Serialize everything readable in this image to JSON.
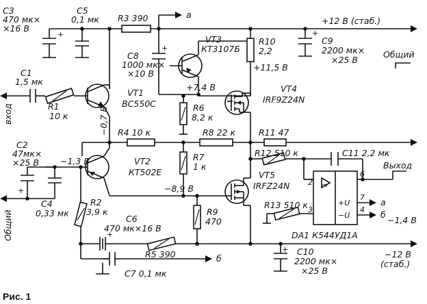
{
  "figure": {
    "caption": "Рис. 1",
    "labels": {
      "c3_name": "C3",
      "c3_val1": "470 мк×",
      "c3_val2": "×16 В",
      "c5_name": "C5",
      "c5_val": "0,1 мк",
      "r3": "R3  390",
      "net_a_top": "а",
      "plus12": "+12 В (стаб.)",
      "c8_name": "C8",
      "c8_val1": "1000 мк×",
      "c8_val2": "×10 В",
      "vt3_name": "VT3",
      "vt3_type": "КТ3107Б",
      "r10_name": "R10",
      "r10_val": "2,2",
      "v115": "+11,5 В",
      "c9_name": "C9",
      "c9_val1": "2200 мк×",
      "c9_val2": "×25 В",
      "common_right": "Общий",
      "c1_name": "C1",
      "c1_val": "1,5 мк",
      "r1_name": "R1",
      "r1_val": "10 к",
      "input": "вход",
      "vt1_name": "VT1",
      "vt1_type": "BC550C",
      "v_m07": "−0,7 В",
      "v74": "+7,4 В",
      "vt4_name": "VT4",
      "vt4_type": "IRF9Z24N",
      "r6_name": "R6",
      "r6_val": "8,2 к",
      "r4": "R4  10 к",
      "r8": "R8   22 к",
      "r11": "R11  47",
      "c2_name": "C2",
      "c2_val1": "47мк×",
      "c2_val2": "×25 В",
      "v_m13": "−1,3 В",
      "vt2_name": "VT2",
      "vt2_type": "КТ502Е",
      "r7_name": "R7",
      "r7_val": "1 к",
      "r12": "R12  510 к",
      "c11": "C11  2,2 мк",
      "output": "Выход",
      "vt5_name": "VT5",
      "vt5_type": "IRFZ24N",
      "r2_name": "R2",
      "r2_val": "3,9 к",
      "v_m89": "−8,9 В",
      "common_left": "Общий",
      "c4_name": "C4",
      "c4_val": "0,33 мк",
      "r9_name": "R9",
      "r9_val": "470",
      "r13": "R13  510 к",
      "pin2": "2",
      "pin3": "3",
      "pin6": "6",
      "pin7": "7",
      "pin4": "4",
      "plus_u": "+U",
      "minus_u": "−U",
      "net_a_mid": "а",
      "net_b_mid": "б",
      "v_m14": "−1,4 В",
      "c6_name": "C6",
      "c6_val": "470 мк×16 В",
      "r5": "R5  390",
      "net_b_bot": "б",
      "da1": "DA1  К544УД1А",
      "c10_name": "C10",
      "c10_val1": "2200 мк×",
      "c10_val2": "×25 В",
      "minus12": "−12 В",
      "stab": "(стаб.)",
      "c7": "C7  0,1 мк"
    }
  }
}
